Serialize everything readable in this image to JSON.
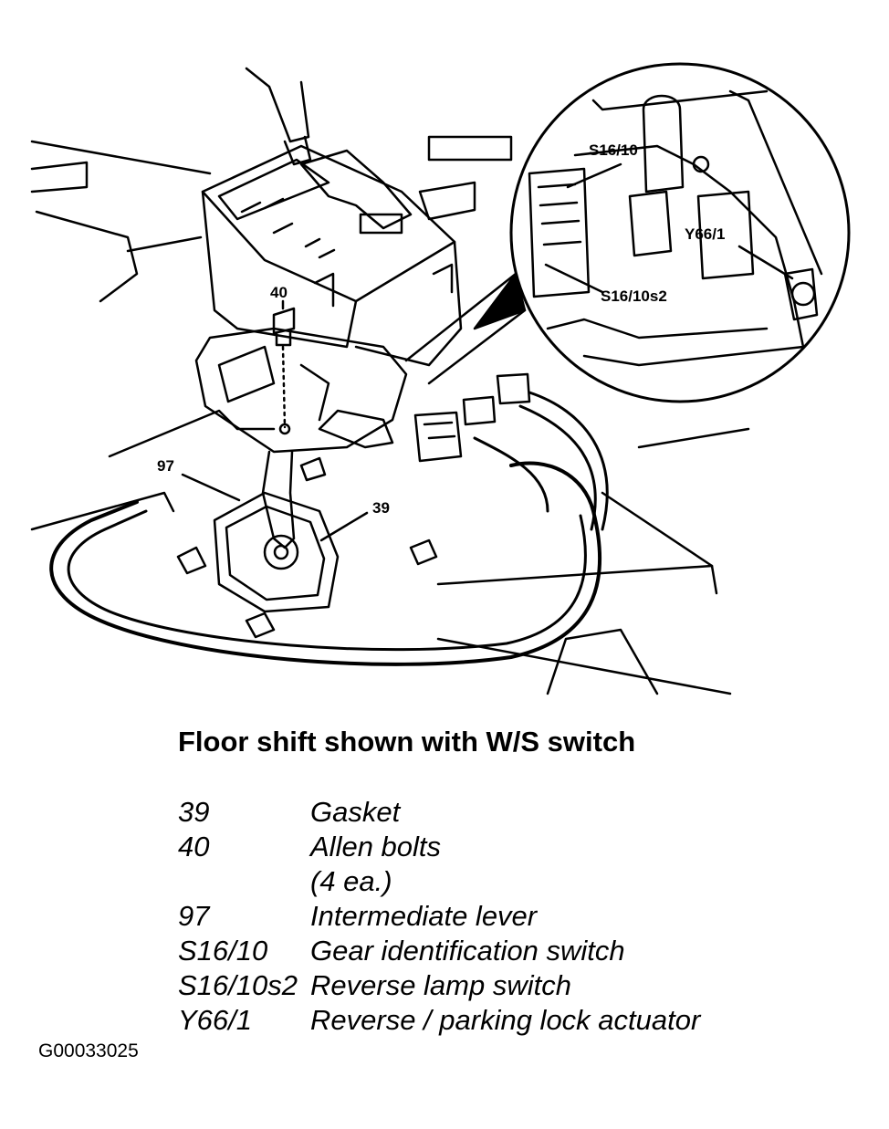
{
  "figure": {
    "callouts": {
      "c40": "40",
      "c97": "97",
      "c39": "39",
      "s1610": "S16/10",
      "y661": "Y66/1",
      "s1610s2": "S16/10s2"
    }
  },
  "caption": {
    "title": "Floor shift shown with W/S switch"
  },
  "legend": {
    "items": [
      {
        "code": "39",
        "description": "Gasket"
      },
      {
        "code": "40",
        "description": "Allen bolts"
      },
      {
        "code": "",
        "description": "(4 ea.)"
      },
      {
        "code": "97",
        "description": "Intermediate lever"
      },
      {
        "code": "S16/10",
        "description": "Gear identification switch"
      },
      {
        "code": "S16/10s2",
        "description": "Reverse lamp switch"
      },
      {
        "code": "Y66/1",
        "description": "Reverse / parking lock actuator"
      }
    ]
  },
  "figure_id": "G00033025"
}
